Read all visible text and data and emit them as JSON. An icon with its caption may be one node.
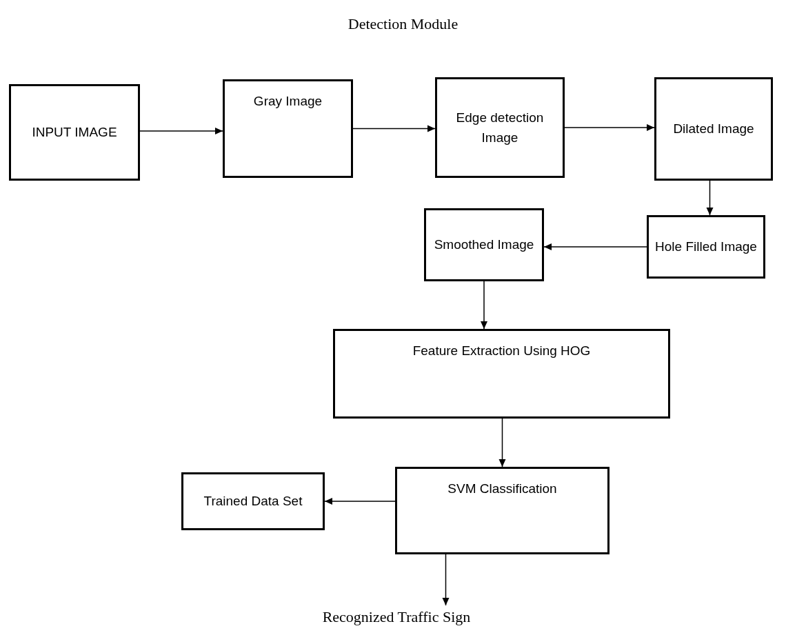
{
  "diagram": {
    "title": "Detection Module",
    "nodes": [
      {
        "text": [
          "INPUT IMAGE"
        ]
      },
      {
        "text": [
          "Gray Image"
        ]
      },
      {
        "text": [
          "Edge detection Image"
        ]
      },
      {
        "text": [
          "Dilated Image"
        ]
      },
      {
        "text": [
          "Hole Filled Image"
        ]
      },
      {
        "text": [
          "Smoothed Image"
        ]
      },
      {
        "text": [
          "Feature Extraction Using HOG"
        ]
      },
      {
        "text": [
          "SVM Classification"
        ]
      },
      {
        "text": [
          "Trained Data Set"
        ]
      },
      {
        "text": [
          "Recognized Traffic Sign"
        ]
      }
    ],
    "edges": [
      {
        "from": 0,
        "to": 1,
        "arrow": "to"
      },
      {
        "from": 1,
        "to": 2,
        "arrow": "to"
      },
      {
        "from": 2,
        "to": 3,
        "arrow": "to"
      },
      {
        "from": 3,
        "to": 4,
        "arrow": "to"
      },
      {
        "from": 4,
        "to": 5,
        "arrow": "to"
      },
      {
        "from": 5,
        "to": 6,
        "arrow": "to"
      },
      {
        "from": 6,
        "to": 7,
        "arrow": "to"
      },
      {
        "from": 7,
        "to": 8,
        "arrow": "to"
      },
      {
        "from": 7,
        "to": 9,
        "arrow": "to"
      }
    ]
  }
}
